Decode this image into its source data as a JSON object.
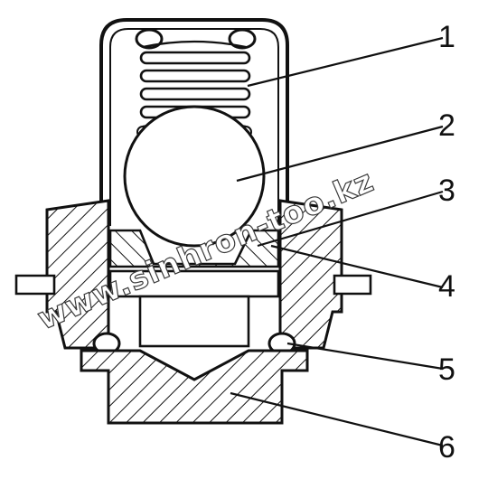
{
  "diagram": {
    "callouts": [
      {
        "id": "1",
        "label": "1"
      },
      {
        "id": "2",
        "label": "2"
      },
      {
        "id": "3",
        "label": "3"
      },
      {
        "id": "4",
        "label": "4"
      },
      {
        "id": "5",
        "label": "5"
      },
      {
        "id": "6",
        "label": "6"
      }
    ]
  },
  "watermark": {
    "text": "www.sinhron-too.kz"
  },
  "colors": {
    "ink": "#111111",
    "paper": "#ffffff"
  }
}
